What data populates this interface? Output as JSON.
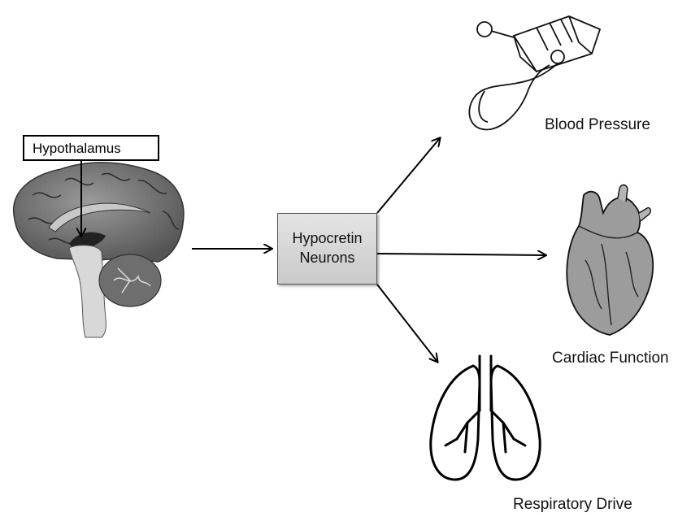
{
  "brain": {
    "hypothalamus_label": "Hypothalamus",
    "icon": "brain-icon"
  },
  "center": {
    "label_line1": "Hypocretin",
    "label_line2": "Neurons"
  },
  "outputs": [
    {
      "label": "Blood Pressure",
      "icon": "blood-pressure-cuff-icon"
    },
    {
      "label": "Cardiac Function",
      "icon": "heart-icon"
    },
    {
      "label": "Respiratory Drive",
      "icon": "lungs-icon"
    }
  ]
}
